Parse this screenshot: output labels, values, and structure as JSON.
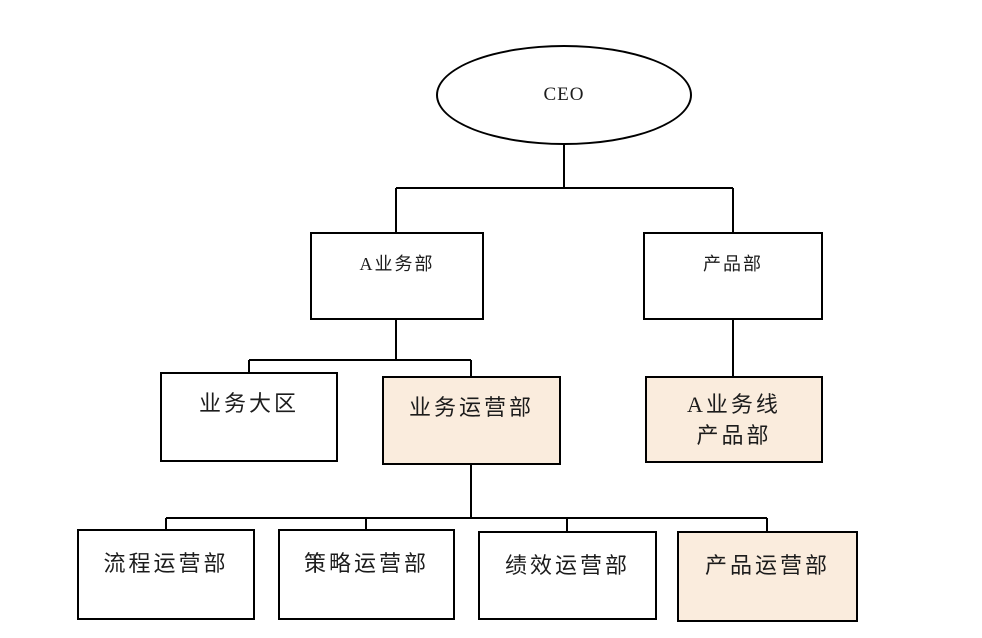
{
  "diagram": {
    "type": "org-chart",
    "background_color": "#ffffff",
    "node_border_color": "#000000",
    "default_fill_color": "#ffffff",
    "highlight_fill_color": "#faecdd",
    "text_color": "#1c1c1c",
    "nodes": {
      "ceo": {
        "label": "CEO",
        "shape": "ellipse",
        "highlighted": false
      },
      "a_business_dept": {
        "label": "A业务部",
        "shape": "rect",
        "highlighted": false
      },
      "product_dept": {
        "label": "产品部",
        "shape": "rect",
        "highlighted": false
      },
      "business_region": {
        "label": "业务大区",
        "shape": "rect",
        "highlighted": false
      },
      "business_ops_dept": {
        "label": "业务运营部",
        "shape": "rect",
        "highlighted": true
      },
      "a_line_product_dept": {
        "label": "A业务线\n产品部",
        "shape": "rect",
        "highlighted": true
      },
      "process_ops_dept": {
        "label": "流程运营部",
        "shape": "rect",
        "highlighted": false
      },
      "strategy_ops_dept": {
        "label": "策略运营部",
        "shape": "rect",
        "highlighted": false
      },
      "performance_ops_dept": {
        "label": "绩效运营部",
        "shape": "rect",
        "highlighted": false
      },
      "product_ops_dept": {
        "label": "产品运营部",
        "shape": "rect",
        "highlighted": true
      }
    },
    "edges": [
      {
        "from": "ceo",
        "to": "a_business_dept"
      },
      {
        "from": "ceo",
        "to": "product_dept"
      },
      {
        "from": "a_business_dept",
        "to": "business_region"
      },
      {
        "from": "a_business_dept",
        "to": "business_ops_dept"
      },
      {
        "from": "product_dept",
        "to": "a_line_product_dept"
      },
      {
        "from": "business_ops_dept",
        "to": "process_ops_dept"
      },
      {
        "from": "business_ops_dept",
        "to": "strategy_ops_dept"
      },
      {
        "from": "business_ops_dept",
        "to": "performance_ops_dept"
      },
      {
        "from": "business_ops_dept",
        "to": "product_ops_dept"
      }
    ]
  }
}
